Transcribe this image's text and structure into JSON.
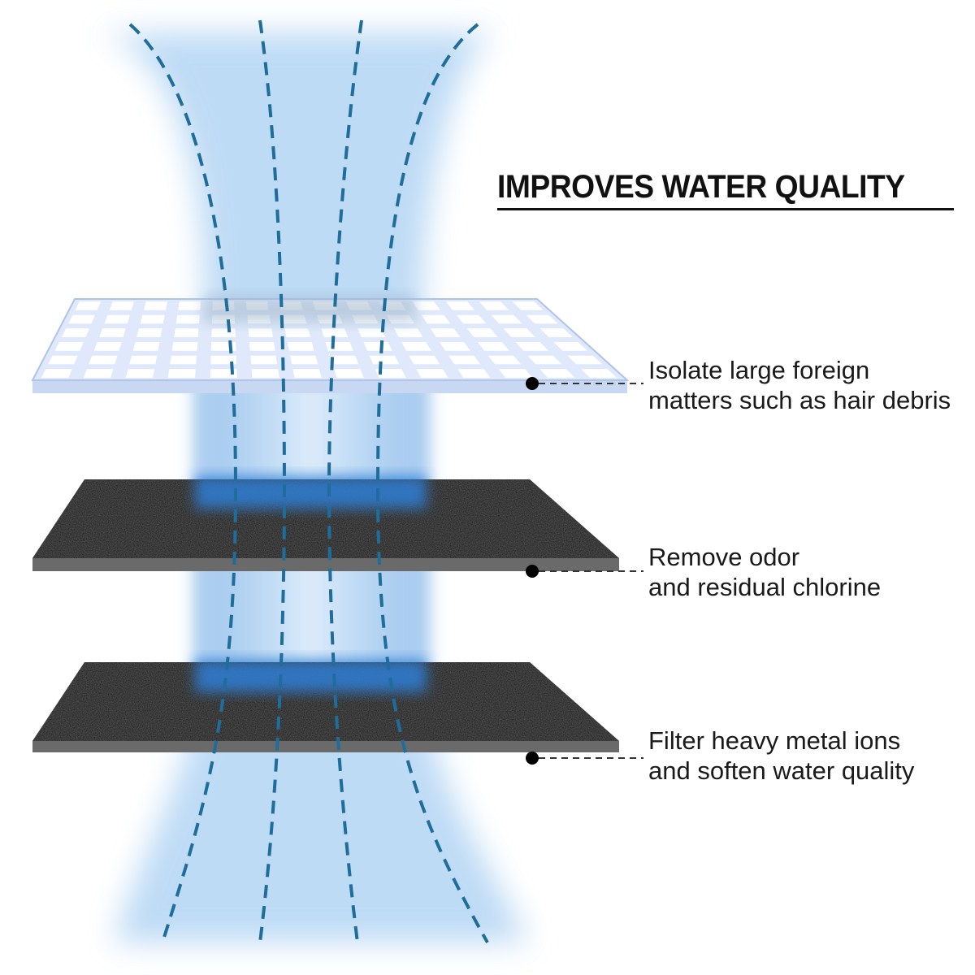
{
  "heading": "IMPROVES WATER QUALITY",
  "colors": {
    "flow_dash": "#1f6d9b",
    "water_glow": "#9cc7ee",
    "water_core": "#2f7fd6",
    "mesh_fill": "#dfe9fb",
    "mesh_edge": "#aec4ec",
    "carbon_fill": "#161616",
    "carbon_edge": "#6a6a6a",
    "text": "#1a1a1a"
  },
  "layers": [
    {
      "name": "mesh-filter-layer",
      "kind": "mesh",
      "lines": [
        "Isolate large foreign",
        "matters such as hair debris"
      ]
    },
    {
      "name": "carbon-filter-layer-1",
      "kind": "carbon",
      "lines": [
        "Remove odor",
        "and residual chlorine"
      ]
    },
    {
      "name": "carbon-filter-layer-2",
      "kind": "carbon",
      "lines": [
        "Filter heavy metal ions",
        "and soften water quality"
      ]
    }
  ]
}
